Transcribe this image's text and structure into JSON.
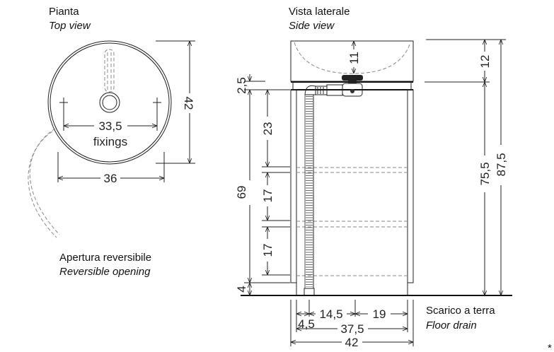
{
  "top_view": {
    "title_it": "Pianta",
    "title_en": "Top view",
    "dim_fixings": "33,5",
    "fixings_label": "fixings",
    "dim_depth": "42",
    "dim_width": "36",
    "opening_it": "Apertura reversibile",
    "opening_en": "Reversible opening"
  },
  "side_view": {
    "title_it": "Vista laterale",
    "title_en": "Side view",
    "dim_bowl_depth": "11",
    "dim_basin_height": "12",
    "dim_frame_height": "75,5",
    "dim_total_height": "87,5",
    "dim_gap_top": "2,5",
    "dim_cabinet": "69",
    "dim_top_shelf": "23",
    "dim_shelf_mid": "17",
    "dim_shelf_low": "17",
    "dim_foot": "4",
    "dim_drain_offset": "4,5",
    "dim_drain_center": "14,5",
    "dim_center_right": "19",
    "dim_inner_width": "37,5",
    "dim_total_width": "42",
    "drain_it": "Scarico a terra",
    "drain_en": "Floor drain"
  },
  "footnote": "*"
}
